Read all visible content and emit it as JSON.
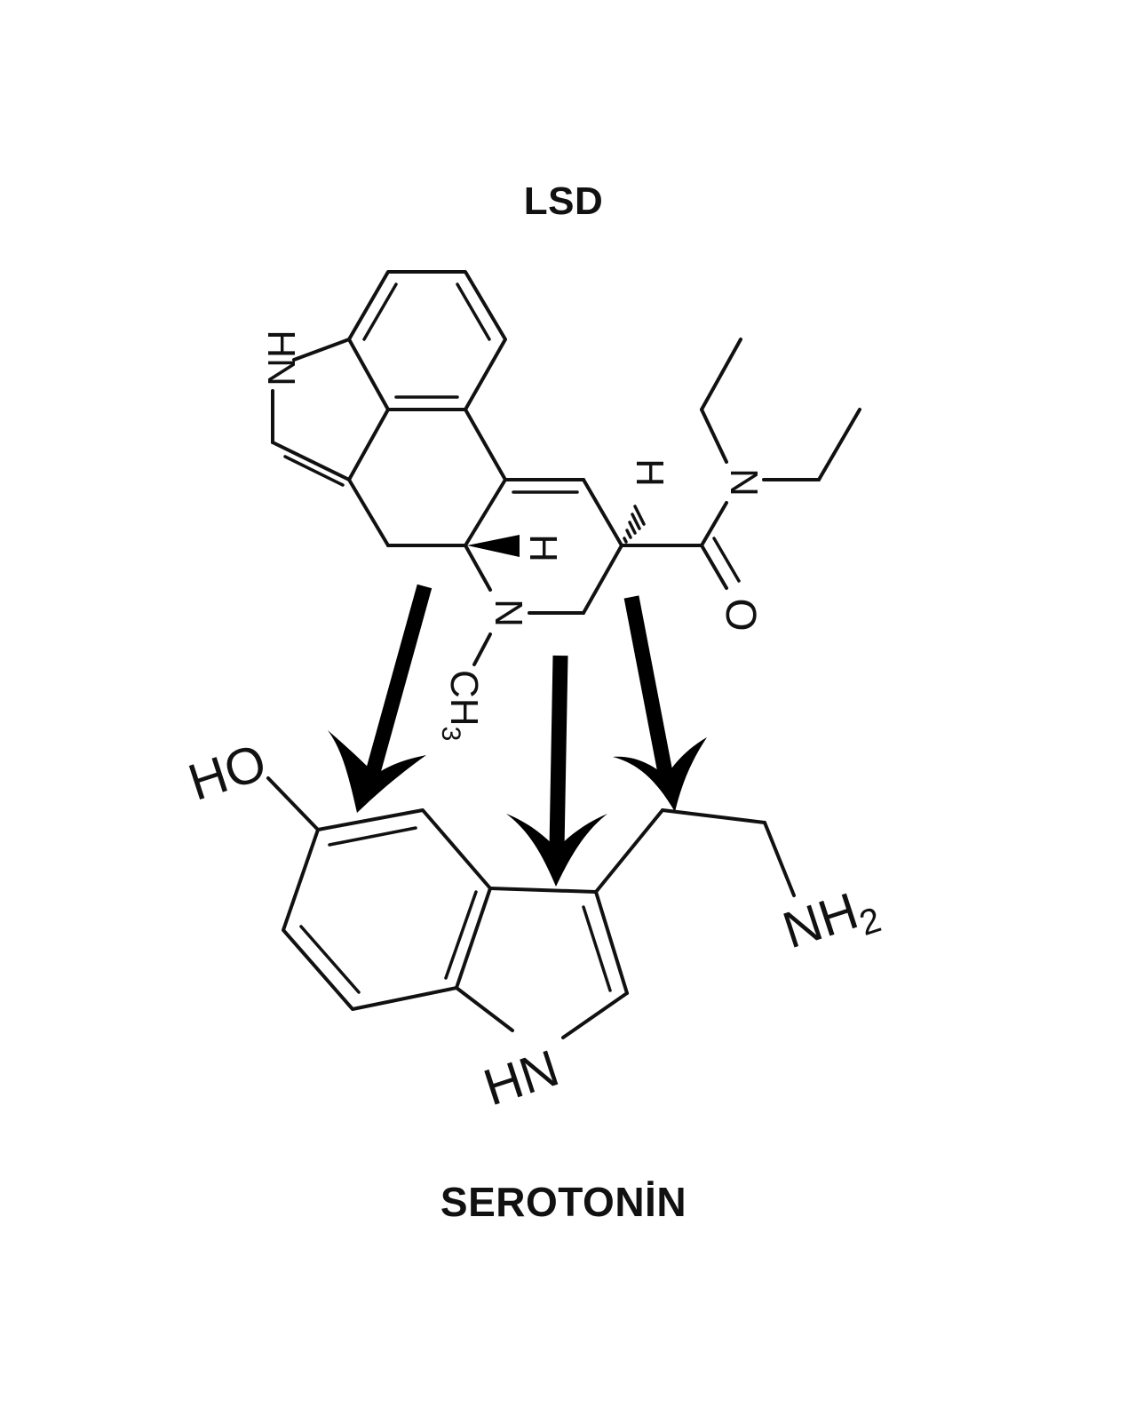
{
  "lsd": {
    "title": "LSD",
    "labels": {
      "indole_nh": "HN",
      "amine_n": "N",
      "methyl_c": "CH",
      "methyl_sub": "3",
      "h_ring": "H",
      "h_side": "H",
      "amide_n": "N",
      "carbonyl_o": "O"
    }
  },
  "serotonin": {
    "title": "SEROTONİN",
    "labels": {
      "hydroxyl": "HO",
      "indole_nh": "HN",
      "amine": "NH",
      "amine_sub": "2"
    }
  },
  "colors": {
    "ink": "#111111",
    "arrows": "#000000",
    "background": "#ffffff"
  }
}
